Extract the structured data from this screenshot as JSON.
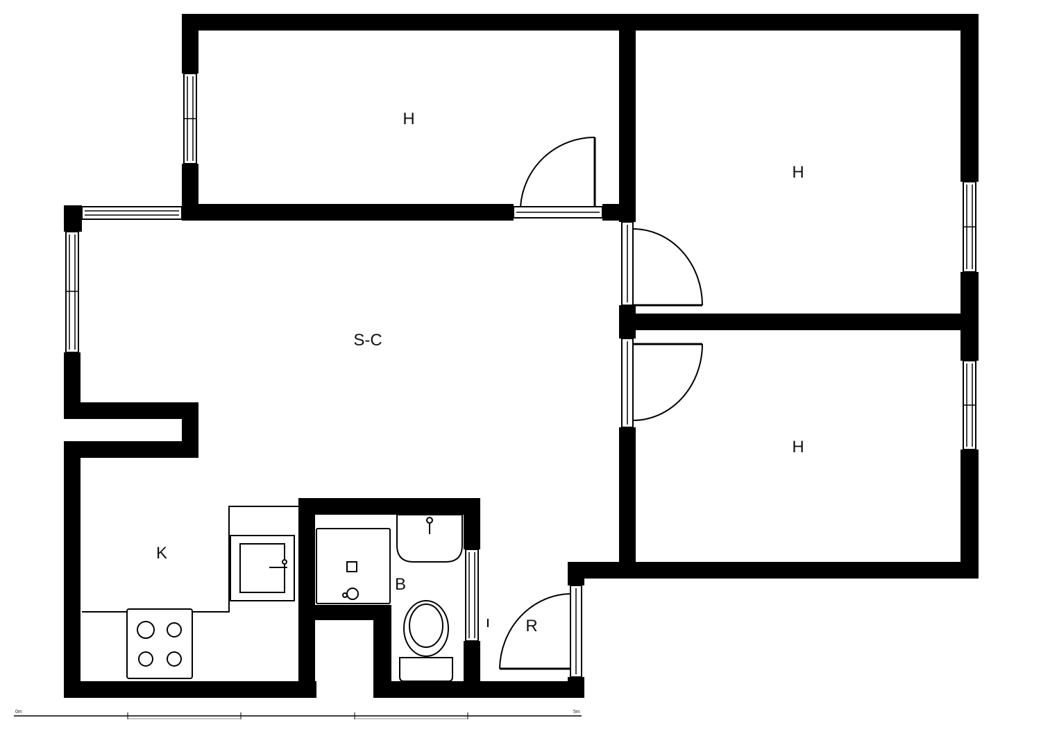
{
  "rooms": {
    "bedroom_top": "H",
    "bedroom_right_upper": "H",
    "bedroom_right_lower": "H",
    "living_dining": "S-C",
    "kitchen": "K",
    "bathroom": "B",
    "hall": "R"
  },
  "scale_bar": {
    "start": "0m",
    "end": "5m"
  },
  "colors": {
    "wall": "#000000",
    "background": "#ffffff"
  }
}
